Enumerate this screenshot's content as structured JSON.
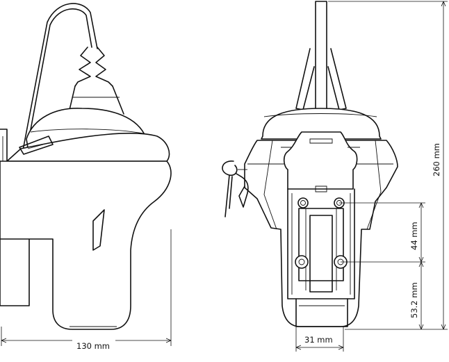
{
  "dimensions": {
    "width_label": "130 mm",
    "height_label": "260 mm",
    "hole_spacing_label": "44 mm",
    "lower_offset_label": "53.2 mm",
    "bracket_width_label": "31 mm"
  }
}
